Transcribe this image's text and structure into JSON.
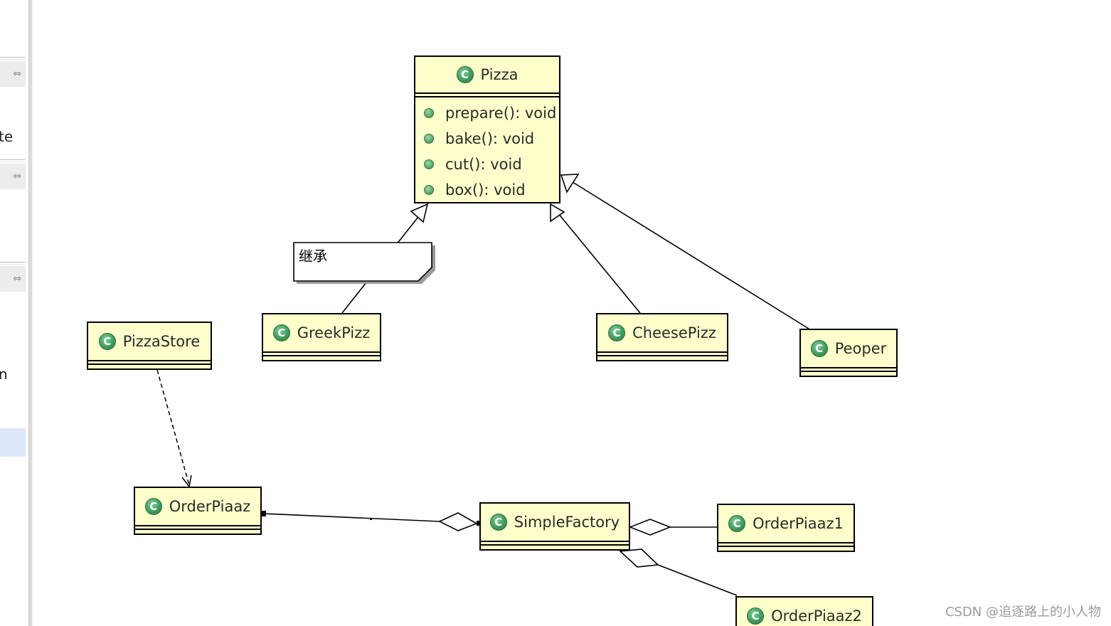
{
  "sidebar": {
    "partial_labels": [
      "te",
      "n"
    ],
    "button_glyph": "⇔"
  },
  "classes": {
    "pizza": {
      "name": "Pizza",
      "methods": [
        "prepare(): void",
        "bake(): void",
        "cut(): void",
        "box(): void"
      ]
    },
    "greek": {
      "name": "GreekPizz"
    },
    "cheese": {
      "name": "CheesePizz"
    },
    "peoper": {
      "name": "Peoper"
    },
    "pizzastore": {
      "name": "PizzaStore"
    },
    "orderpiaaz": {
      "name": "OrderPiaaz"
    },
    "simplefactory": {
      "name": "SimpleFactory"
    },
    "orderpiaaz1": {
      "name": "OrderPiaaz1"
    },
    "orderpiaaz2": {
      "name": "OrderPiaaz2"
    }
  },
  "class_icon_letter": "C",
  "note": {
    "text": "继承"
  },
  "watermark": "CSDN @追逐路上的小人物",
  "colors": {
    "class_fill": "#ffffcc",
    "class_icon": "#3f9d5e",
    "selected_palette_item": "#dde7fb"
  }
}
